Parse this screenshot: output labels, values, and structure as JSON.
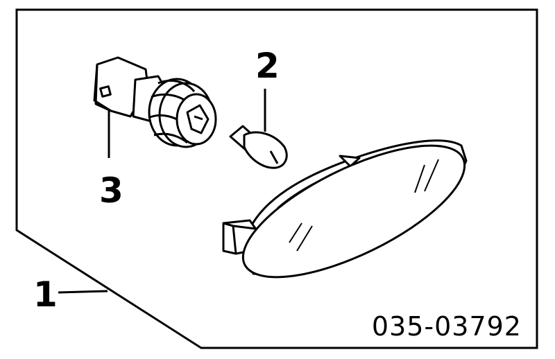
{
  "callouts": {
    "one": "1",
    "two": "2",
    "three": "3"
  },
  "part_code": "035-03792",
  "colors": {
    "line": "#000000",
    "background": "#ffffff"
  }
}
